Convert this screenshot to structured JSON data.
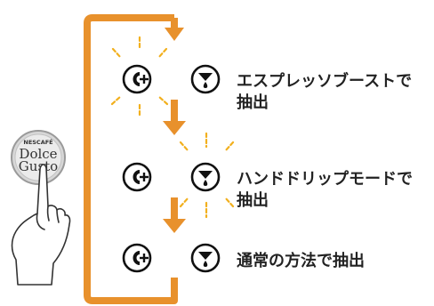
{
  "brand": {
    "line1": "NESCAFÉ",
    "line2": "Dolce",
    "line3": "Gusto"
  },
  "steps": [
    {
      "text_line1": "エスプレッソブーストで",
      "text_line2": "抽出",
      "highlight": "boost-button"
    },
    {
      "text_line1": "ハンドドリップモードで",
      "text_line2": "抽出",
      "highlight": "drip-button"
    },
    {
      "text_line1": "通常の方法で抽出",
      "text_line2": "",
      "highlight": "none"
    }
  ],
  "colors": {
    "arrow": "#e8912c",
    "burst": "#f2b01e",
    "icon": "#111111",
    "text": "#222222"
  },
  "icons": {
    "boost": "espresso-boost-plus-icon",
    "drip": "hand-drip-cup-icon"
  }
}
